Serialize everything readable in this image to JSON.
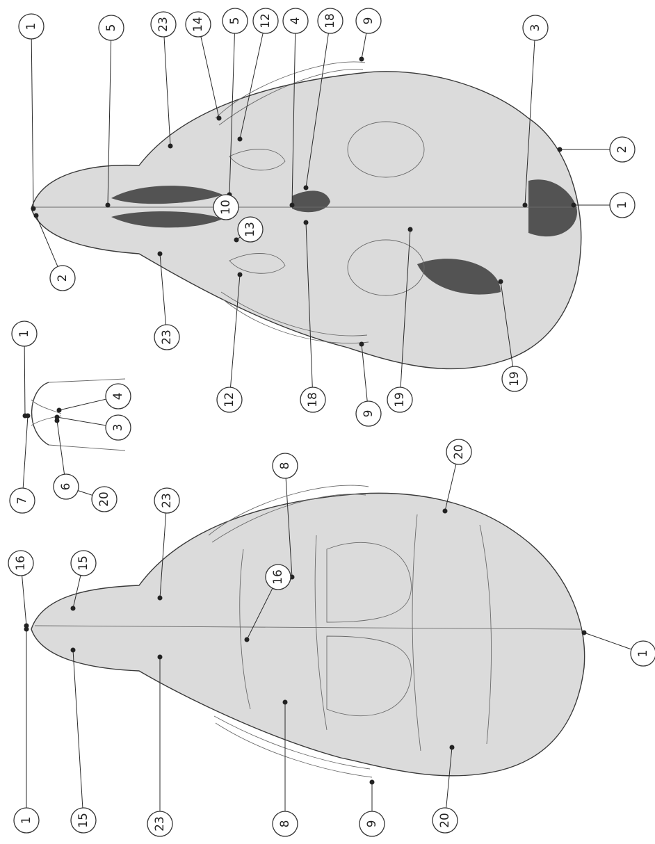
{
  "callouts": [
    {
      "label": "1"
    },
    {
      "label": "5"
    },
    {
      "label": "23"
    },
    {
      "label": "14"
    },
    {
      "label": "5"
    },
    {
      "label": "12"
    },
    {
      "label": "4"
    },
    {
      "label": "18"
    },
    {
      "label": "9"
    },
    {
      "label": "3"
    },
    {
      "label": "2"
    },
    {
      "label": "1"
    },
    {
      "label": "10"
    },
    {
      "label": "13"
    },
    {
      "label": "2"
    },
    {
      "label": "23"
    },
    {
      "label": "12"
    },
    {
      "label": "18"
    },
    {
      "label": "19"
    },
    {
      "label": "19"
    },
    {
      "label": "9"
    },
    {
      "label": "1"
    },
    {
      "label": "4"
    },
    {
      "label": "3"
    },
    {
      "label": "7"
    },
    {
      "label": "6"
    },
    {
      "label": "20"
    },
    {
      "label": "8"
    },
    {
      "label": "20"
    },
    {
      "label": "23"
    },
    {
      "label": "16"
    },
    {
      "label": "15"
    },
    {
      "label": "16"
    },
    {
      "label": "1"
    },
    {
      "label": "1"
    },
    {
      "label": "15"
    },
    {
      "label": "23"
    },
    {
      "label": "8"
    },
    {
      "label": "9"
    },
    {
      "label": "20"
    }
  ]
}
